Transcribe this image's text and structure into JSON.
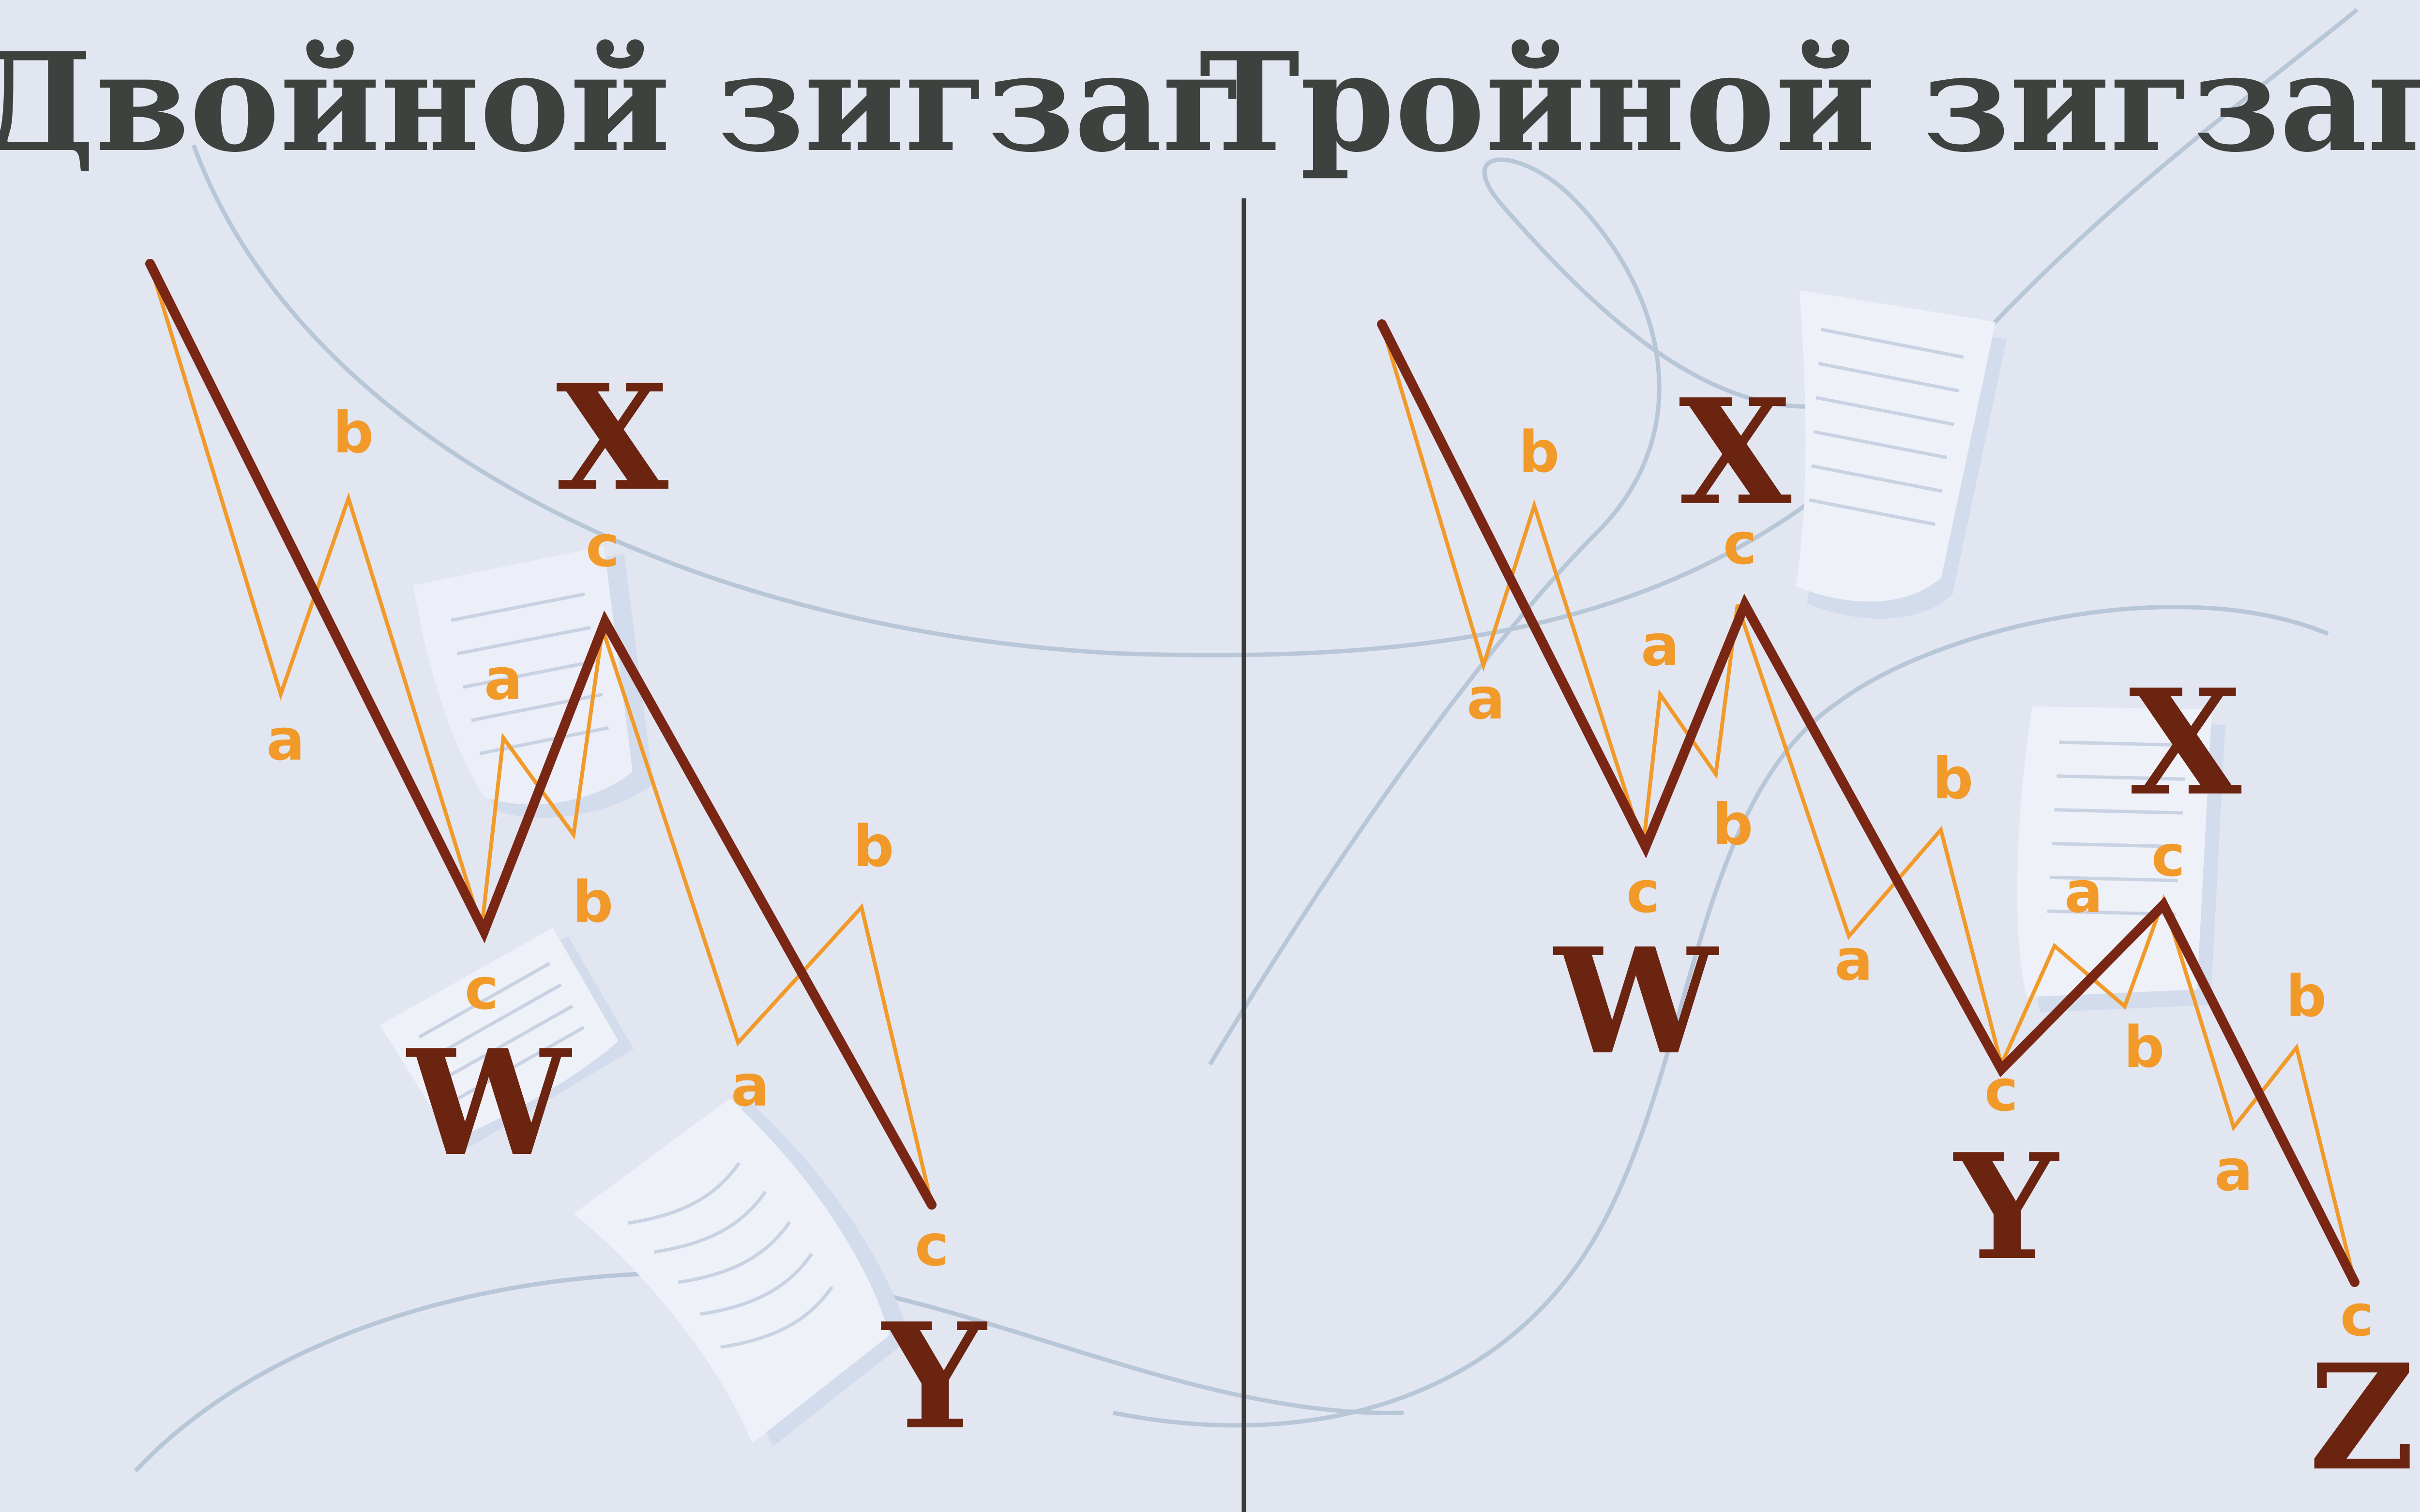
{
  "titles": {
    "double": "Двойной зигзаг",
    "triple": "Тройной зигзаг"
  },
  "colors": {
    "background": "#e1e6f1",
    "title": "#3d423f",
    "main_wave": "#7a2614",
    "sub_wave": "#f19a2a",
    "wave_label": "#6b2410",
    "sub_label": "#f19a2a",
    "divider": "#3b3b3b",
    "decor_curve": "#b8c7d8"
  },
  "double_zigzag": {
    "main_labels": {
      "w": "W",
      "x": "X",
      "y": "Y"
    },
    "sub_labels": {
      "leg1_a": "a",
      "leg1_b": "b",
      "leg1_c": "c",
      "leg2_a": "a",
      "leg2_b": "b",
      "leg2_c": "c",
      "leg3_a": "a",
      "leg3_b": "b",
      "leg3_c": "c"
    }
  },
  "triple_zigzag": {
    "main_labels": {
      "w": "W",
      "x1": "X",
      "y": "Y",
      "x2": "X",
      "z": "Z"
    },
    "sub_labels": {
      "leg1_a": "a",
      "leg1_b": "b",
      "leg1_c": "c",
      "leg2_a": "a",
      "leg2_b": "b",
      "leg2_c": "c",
      "leg3_a": "a",
      "leg3_b": "b",
      "leg3_c": "c",
      "leg4_a": "a",
      "leg4_b": "b",
      "leg4_c": "c",
      "leg5_a": "a",
      "leg5_b": "b",
      "leg5_c": "c"
    }
  }
}
